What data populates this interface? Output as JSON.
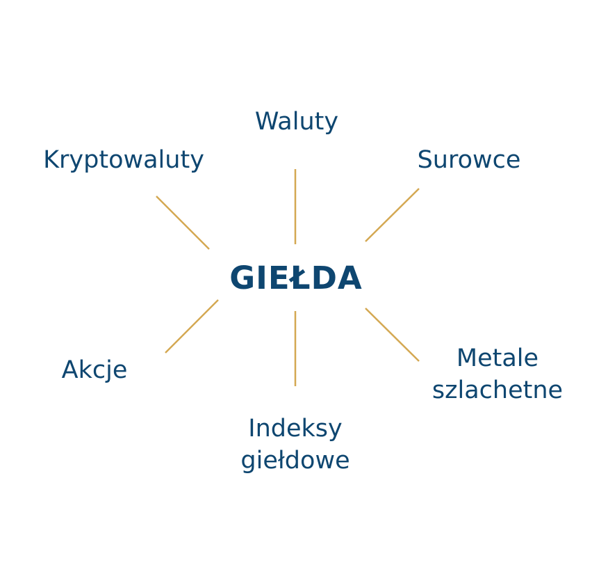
{
  "colors": {
    "text": "#0e4670",
    "line": "#d4a852",
    "background": "#ffffff"
  },
  "center": {
    "label": "GIEŁDA"
  },
  "nodes": {
    "waluty": {
      "label": "Waluty"
    },
    "kryptowaluty": {
      "label": "Kryptowaluty"
    },
    "surowce": {
      "label": "Surowce"
    },
    "akcje": {
      "label": "Akcje"
    },
    "metale": {
      "line1": "Metale",
      "line2": "szlachetne"
    },
    "indeksy": {
      "line1": "Indeksy",
      "line2": "giełdowe"
    }
  }
}
